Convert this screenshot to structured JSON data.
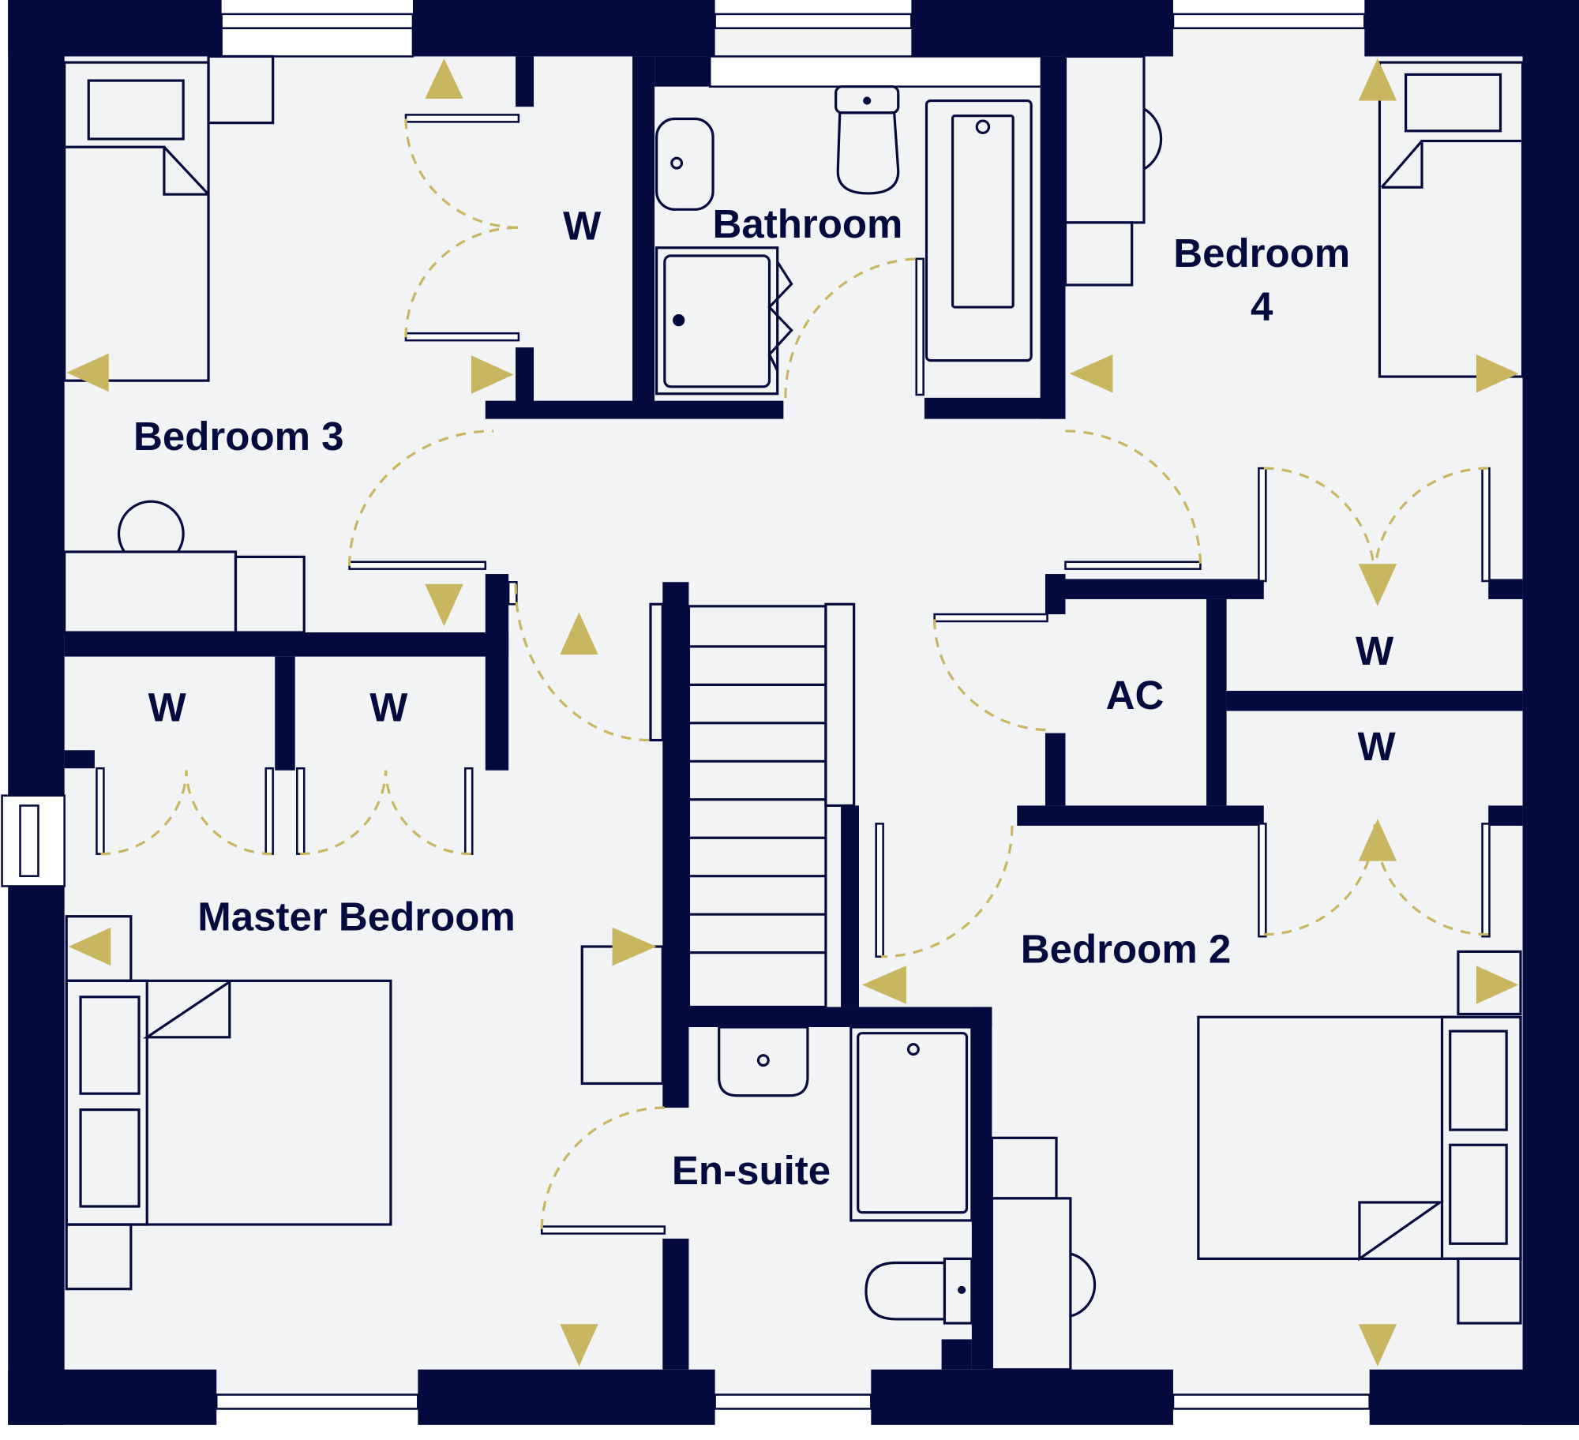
{
  "floor_plan": {
    "colors": {
      "wall": "#040a3d",
      "floor": "#f2f3f5",
      "accent": "#c9b660"
    },
    "rooms": {
      "bedroom3": "Bedroom 3",
      "wardrobe_b3": "W",
      "bathroom": "Bathroom",
      "bedroom4_line1": "Bedroom",
      "bedroom4_line2": "4",
      "wardrobe_b4": "W",
      "airing_cupboard": "AC",
      "wardrobe_b2": "W",
      "wardrobe_master_1": "W",
      "wardrobe_master_2": "W",
      "master_bedroom": "Master Bedroom",
      "bedroom2": "Bedroom 2",
      "ensuite": "En-suite"
    }
  }
}
